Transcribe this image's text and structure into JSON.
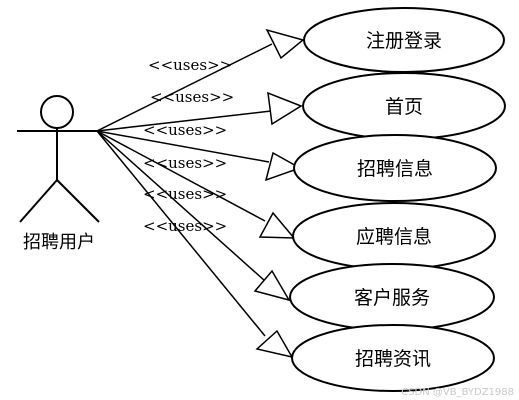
{
  "actor": {
    "label": "招聘用户"
  },
  "use_cases": [
    {
      "id": "register-login",
      "label": "注册登录"
    },
    {
      "id": "home",
      "label": "首页"
    },
    {
      "id": "job-info",
      "label": "招聘信息"
    },
    {
      "id": "application-info",
      "label": "应聘信息"
    },
    {
      "id": "customer-service",
      "label": "客户服务"
    },
    {
      "id": "job-news",
      "label": "招聘资讯"
    }
  ],
  "relation_label": "<<uses>>",
  "watermark": "CSDN @VB_BYDZ1988"
}
